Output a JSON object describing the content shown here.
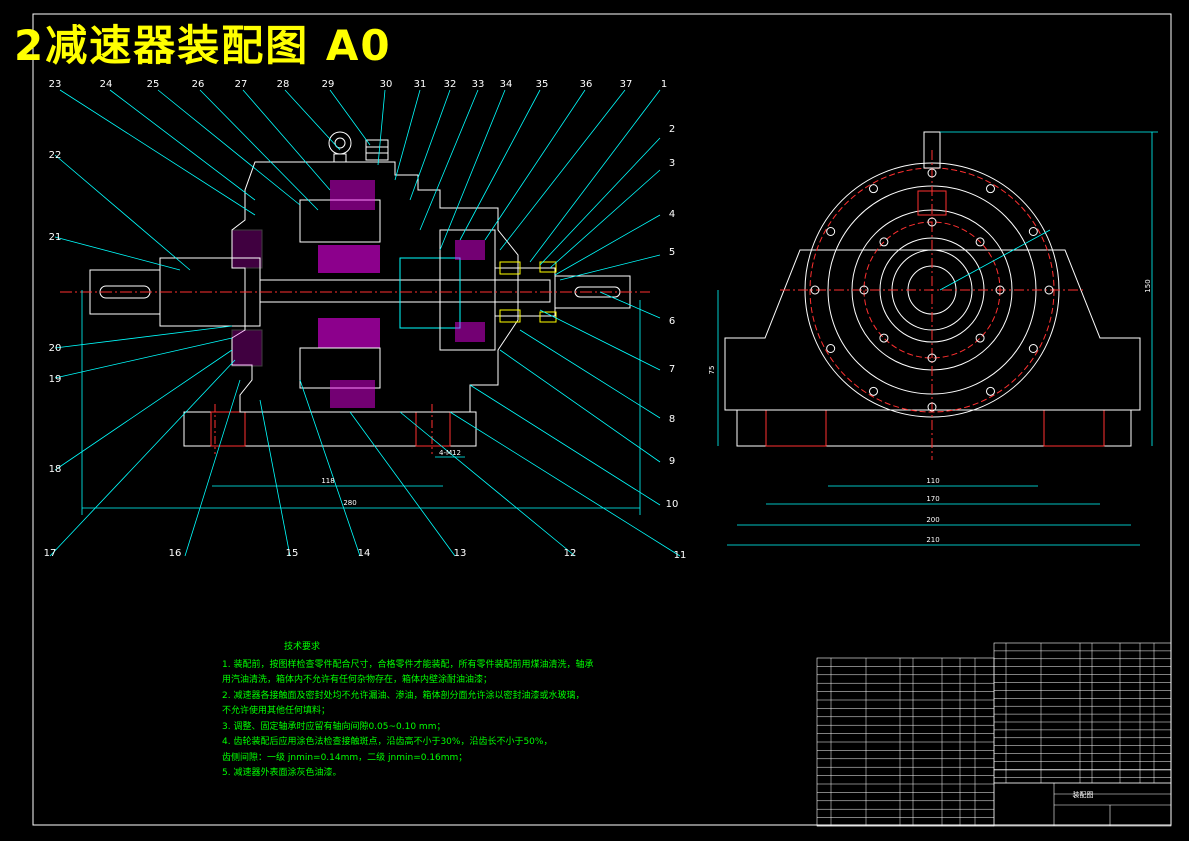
{
  "title": "2减速器装配图  A0",
  "part_numbers_top": [
    "23",
    "24",
    "25",
    "26",
    "27",
    "28",
    "29",
    "30",
    "31",
    "32",
    "33",
    "34",
    "35",
    "36",
    "37",
    "1"
  ],
  "part_numbers_right": [
    "2",
    "3",
    "4",
    "5",
    "6",
    "7",
    "8",
    "9",
    "10",
    "11"
  ],
  "part_numbers_bottom": [
    "17",
    "16",
    "15",
    "14",
    "13",
    "12"
  ],
  "part_numbers_left": [
    "22",
    "21",
    "20",
    "19",
    "18"
  ],
  "dimensions": {
    "front_118": "118",
    "front_280": "280",
    "front_4m12": "4-M12",
    "side_110": "110",
    "side_170": "170",
    "side_200": "200",
    "side_210": "210",
    "side_height": "150",
    "side_left": "75"
  },
  "technical_requirements": {
    "heading": "技术要求",
    "lines": [
      "1. 装配前，按图样检查零件配合尺寸，合格零件才能装配，所有零件装配前用煤油清洗，轴承",
      "   用汽油清洗，箱体内不允许有任何杂物存在，箱体内壁涂耐油油漆；",
      "2. 减速器各接触面及密封处均不允许漏油、渗油，箱体剖分面允许涂以密封油漆或水玻璃，",
      "   不允许使用其他任何填料；",
      "3. 调整、固定轴承时应留有轴向间隙0.05~0.10 mm；",
      "4. 齿轮装配后应用涂色法检查接触斑点，沿齿高不小于30%，沿齿长不小于50%，",
      "   齿侧间隙：一级 jnmin=0.14mm，二级 jnmin=0.16mm；",
      "5. 减速器外表面涂灰色油漆。"
    ]
  },
  "title_block": {
    "drawing_name": "装配图"
  }
}
